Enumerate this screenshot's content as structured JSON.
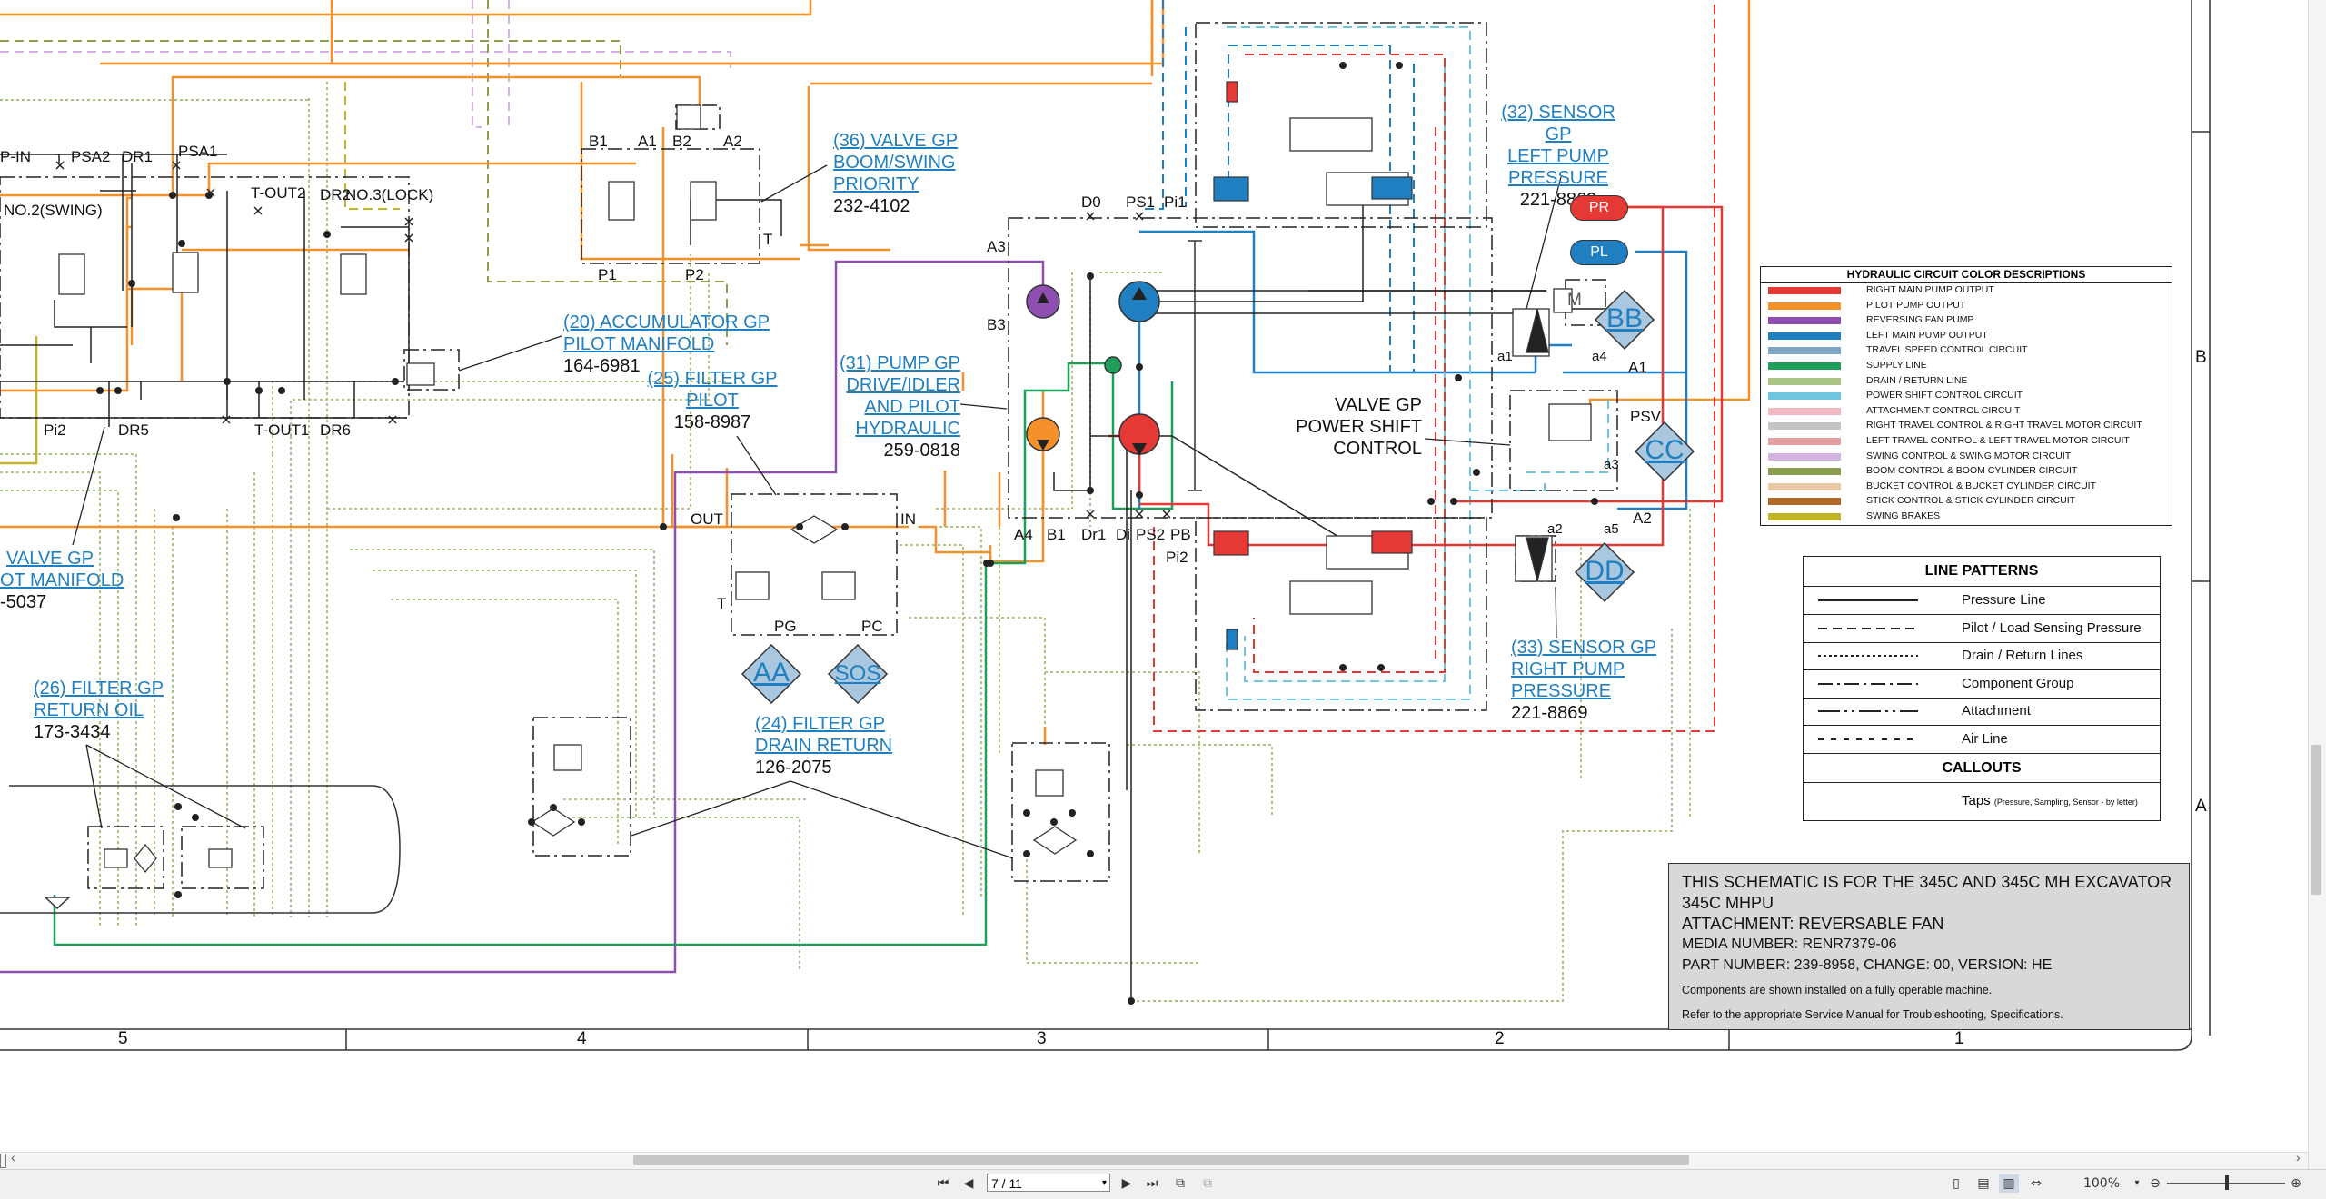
{
  "colors": {
    "right_main": "#e53935",
    "pilot": "#f4912a",
    "reversing_fan": "#8e4fb0",
    "left_main": "#1f7fc0",
    "supply": "#1e9e5a",
    "drain": "#a9c484",
    "power_shift": "#6ec5e0",
    "right_travel": "#b9b9b9",
    "left_travel": "#e4a0a0",
    "swing": "#d3b2e3",
    "boom": "#8aa04e",
    "bucket": "#e9c9a8",
    "stick": "#b06a28",
    "swing_brakes": "#c2b32a",
    "callout_link": "#1f7fc0"
  },
  "callouts": {
    "c36": {
      "line1": "(36) VALVE GP",
      "line2": "BOOM/SWING",
      "line3": "PRIORITY",
      "part": "232-4102"
    },
    "c32": {
      "line1": "(32) SENSOR GP",
      "line2": "LEFT PUMP",
      "line3": "PRESSURE",
      "part": "221-8869"
    },
    "c20": {
      "line1": "(20) ACCUMULATOR GP",
      "line2": "PILOT MANIFOLD",
      "part": "164-6981"
    },
    "c25": {
      "line1": "(25) FILTER GP",
      "line2": "PILOT",
      "part": "158-8987"
    },
    "c31": {
      "line1": "(31) PUMP GP",
      "line2": "DRIVE/IDLER",
      "line3": "AND PILOT",
      "line4": "HYDRAULIC",
      "part": "259-0818"
    },
    "cvalve": {
      "line1": "VALVE GP",
      "line2": "OT MANIFOLD",
      "part": "-5037"
    },
    "c26": {
      "line1": "(26) FILTER GP",
      "line2": "RETURN OIL",
      "part": "173-3434"
    },
    "c24": {
      "line1": "(24) FILTER GP",
      "line2": "DRAIN RETURN",
      "part": "126-2075"
    },
    "c33": {
      "line1": "(33) SENSOR GP",
      "line2": "RIGHT PUMP",
      "line3": "PRESSURE",
      "part": "221-8869"
    },
    "powershift": {
      "line1": "VALVE GP",
      "line2": "POWER SHIFT",
      "line3": "CONTROL"
    }
  },
  "port_labels": {
    "p_in": "P-IN",
    "psa2": "PSA2",
    "dr1": "DR1",
    "psa1": "PSA1",
    "tout2": "T-OUT2",
    "dr2": "DR2",
    "no3": "NO.3(LOCK)",
    "no2": "NO.2(SWING)",
    "pi2_left": "Pi2",
    "dr5": "DR5",
    "tout1": "T-OUT1",
    "dr6": "DR6",
    "b1": "B1",
    "a1": "A1",
    "b2": "B2",
    "a2": "A2",
    "p1": "P1",
    "p2": "P2",
    "t": "T",
    "out": "OUT",
    "in": "IN",
    "t2": "T",
    "pg": "PG",
    "pc": "PC",
    "d0": "D0",
    "ps1": "PS1",
    "pi1": "Pi1",
    "a3": "A3",
    "b3": "B3",
    "a4": "A4",
    "b1b": "B1",
    "dr1b": "Dr1",
    "di": "Di",
    "ps2": "PS2",
    "pb": "PB",
    "pi2": "Pi2",
    "a1s": "A1",
    "a4s": "a4",
    "a1l": "a1",
    "psv": "PSV",
    "a3s": "a3",
    "a2s": "a2",
    "a5s": "a5",
    "a2b": "A2",
    "m": "M"
  },
  "badges": {
    "pr": "PR",
    "pl": "PL"
  },
  "taps": {
    "bb": "BB",
    "cc": "CC",
    "dd": "DD",
    "aa": "AA",
    "sos": "SOS"
  },
  "legend": {
    "title": "HYDRAULIC CIRCUIT COLOR DESCRIPTIONS",
    "items": [
      {
        "color": "#e53935",
        "label": "RIGHT MAIN PUMP OUTPUT"
      },
      {
        "color": "#f4912a",
        "label": "PILOT PUMP OUTPUT"
      },
      {
        "color": "#8e4fb0",
        "label": "REVERSING FAN PUMP"
      },
      {
        "color": "#1f7fc0",
        "label": "LEFT MAIN PUMP OUTPUT"
      },
      {
        "color": "#7ea6c4",
        "label": "TRAVEL SPEED CONTROL CIRCUIT"
      },
      {
        "color": "#1e9e5a",
        "label": "SUPPLY LINE"
      },
      {
        "color": "#a9c484",
        "label": "DRAIN / RETURN LINE"
      },
      {
        "color": "#6ec5e0",
        "label": "POWER SHIFT CONTROL CIRCUIT"
      },
      {
        "color": "#f2b8c4",
        "label": "ATTACHMENT CONTROL CIRCUIT"
      },
      {
        "color": "#c4c4c4",
        "label": "RIGHT TRAVEL CONTROL & RIGHT TRAVEL MOTOR CIRCUIT"
      },
      {
        "color": "#e4a0a0",
        "label": "LEFT TRAVEL CONTROL & LEFT TRAVEL MOTOR CIRCUIT"
      },
      {
        "color": "#d3b2e3",
        "label": "SWING CONTROL & SWING MOTOR CIRCUIT"
      },
      {
        "color": "#8aa04e",
        "label": "BOOM CONTROL & BOOM CYLINDER CIRCUIT"
      },
      {
        "color": "#e9c9a8",
        "label": "BUCKET CONTROL & BUCKET CYLINDER CIRCUIT"
      },
      {
        "color": "#b06a28",
        "label": "STICK CONTROL & STICK CYLINDER CIRCUIT"
      },
      {
        "color": "#c2b32a",
        "label": "SWING BRAKES"
      }
    ]
  },
  "line_patterns": {
    "title": "LINE PATTERNS",
    "items": [
      {
        "label": "Pressure Line",
        "dash": "none"
      },
      {
        "label": "Pilot / Load Sensing Pressure",
        "dash": "10,6"
      },
      {
        "label": "Drain / Return Lines",
        "dash": "3,3"
      },
      {
        "label": "Component Group",
        "dash": "16,5,3,5"
      },
      {
        "label": "Attachment",
        "dash": "24,5,3,5,3,5"
      },
      {
        "label": "Air Line",
        "dash": "6,8"
      }
    ],
    "callouts_title": "CALLOUTS",
    "taps_label": "Taps",
    "taps_note": "(Pressure, Sampling, Sensor - by letter)"
  },
  "info": {
    "line1": "THIS SCHEMATIC IS FOR THE 345C AND 345C MH EXCAVATOR",
    "line2": "345C MHPU",
    "line3": "ATTACHMENT: REVERSABLE FAN",
    "line4": "MEDIA NUMBER: RENR7379-06",
    "line5": "PART NUMBER: 239-8958, CHANGE: 00, VERSION: HE",
    "line6": "Components are shown installed on a fully operable machine.",
    "line7": "Refer to the appropriate Service Manual for Troubleshooting, Specifications."
  },
  "grid": {
    "cols": [
      "5",
      "4",
      "3",
      "2",
      "1"
    ],
    "rows": [
      "B",
      "A"
    ]
  },
  "viewer": {
    "page_value": "7 / 11",
    "zoom": "100%",
    "first_icon": "first-page-icon",
    "prev_icon": "prev-page-icon",
    "next_icon": "next-page-icon",
    "last_icon": "last-page-icon"
  }
}
